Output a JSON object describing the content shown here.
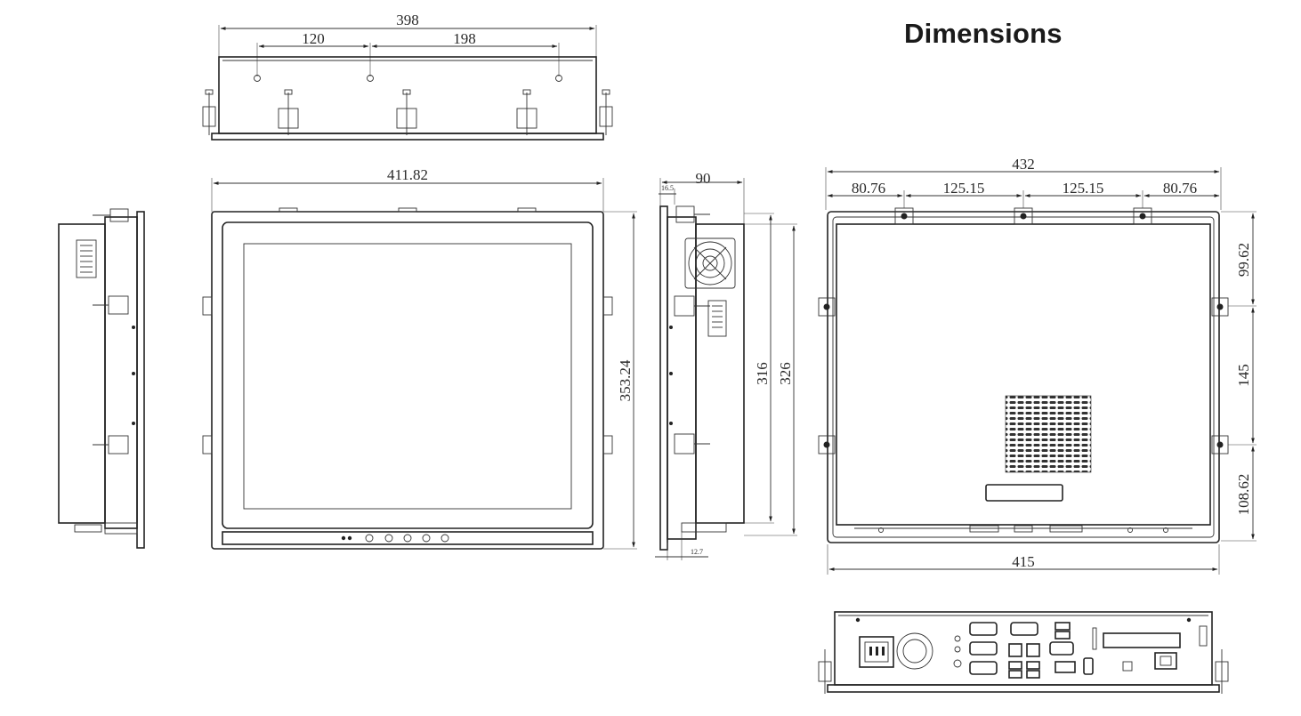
{
  "title": "Dimensions",
  "dimensions": {
    "top_width": "398",
    "top_hole_left": "120",
    "top_hole_right": "198",
    "front_width": "411.82",
    "front_height": "353.24",
    "side_depth": "90",
    "side_bezel": "16.5",
    "side_inner_height": "316",
    "side_outer_height": "326",
    "side_bottom": "12.7",
    "rear_width": "432",
    "rear_seg_1": "80.76",
    "rear_seg_2": "125.15",
    "rear_seg_3": "125.15",
    "rear_seg_4": "80.76",
    "rear_right_top": "99.62",
    "rear_right_mid": "145",
    "rear_right_bottom": "108.62",
    "rear_bottom_width": "415"
  }
}
